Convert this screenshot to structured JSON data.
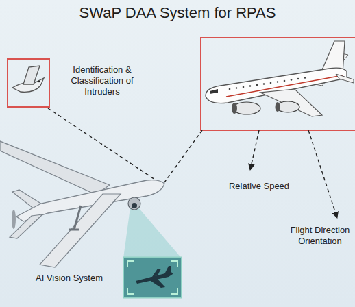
{
  "diagram": {
    "title": "SWaP DAA System for RPAS",
    "nodes": [
      {
        "text": [
          "Identification & Classification of Intruders"
        ]
      },
      {
        "text": [
          "AI Vision System"
        ]
      }
    ],
    "labels": [
      "Relative Speed",
      "Flight Direction Orientation"
    ]
  }
}
